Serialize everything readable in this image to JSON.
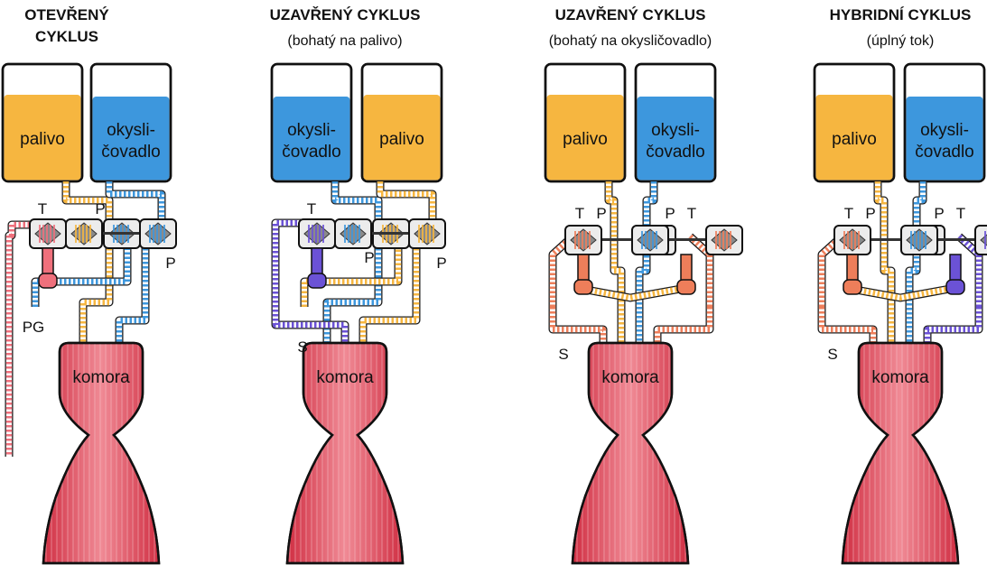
{
  "colors": {
    "fuel": "#F6B640",
    "oxidizer": "#3D97DD",
    "preburner_fuel_rich": "#EE7E5A",
    "preburner_ox_rich": "#6B52D6",
    "gas_generator": "#EF707C",
    "exhaust": "#D8394B"
  },
  "panels": [
    {
      "title_lines": [
        "OTEVŘENÝ",
        "CYKLUS"
      ],
      "subtitle": "",
      "tanks": [
        {
          "label_lines": [
            "palivo"
          ],
          "kind": "fuel"
        },
        {
          "label_lines": [
            "okysli-",
            "čovadlo"
          ],
          "kind": "oxidizer"
        }
      ],
      "labels": {
        "t1": "T",
        "p1": "P",
        "p2": "P",
        "gen": "PG"
      },
      "chamber": "komora"
    },
    {
      "title_lines": [
        "UZAVŘENÝ CYKLUS"
      ],
      "subtitle": "(bohatý na palivo)",
      "tanks": [
        {
          "label_lines": [
            "okysli-",
            "čovadlo"
          ],
          "kind": "oxidizer"
        },
        {
          "label_lines": [
            "palivo"
          ],
          "kind": "fuel"
        }
      ],
      "labels": {
        "t1": "T",
        "p1": "P",
        "p2": "P",
        "gen": "S"
      },
      "chamber": "komora"
    },
    {
      "title_lines": [
        "UZAVŘENÝ CYKLUS"
      ],
      "subtitle": "(bohatý na okysličovadlo)",
      "tanks": [
        {
          "label_lines": [
            "palivo"
          ],
          "kind": "fuel"
        },
        {
          "label_lines": [
            "okysli-",
            "čovadlo"
          ],
          "kind": "oxidizer"
        }
      ],
      "labels": {
        "t1": "T",
        "p1": "P",
        "p2": "P",
        "t2": "T",
        "gen": "S"
      },
      "chamber": "komora"
    },
    {
      "title_lines": [
        "HYBRIDNÍ CYKLUS"
      ],
      "subtitle": "(úplný tok)",
      "tanks": [
        {
          "label_lines": [
            "palivo"
          ],
          "kind": "fuel"
        },
        {
          "label_lines": [
            "okysli-",
            "čovadlo"
          ],
          "kind": "oxidizer"
        }
      ],
      "labels": {
        "t1": "T",
        "p1": "P",
        "p2": "P",
        "t2": "T",
        "gen": "S"
      },
      "chamber": "komora"
    }
  ]
}
